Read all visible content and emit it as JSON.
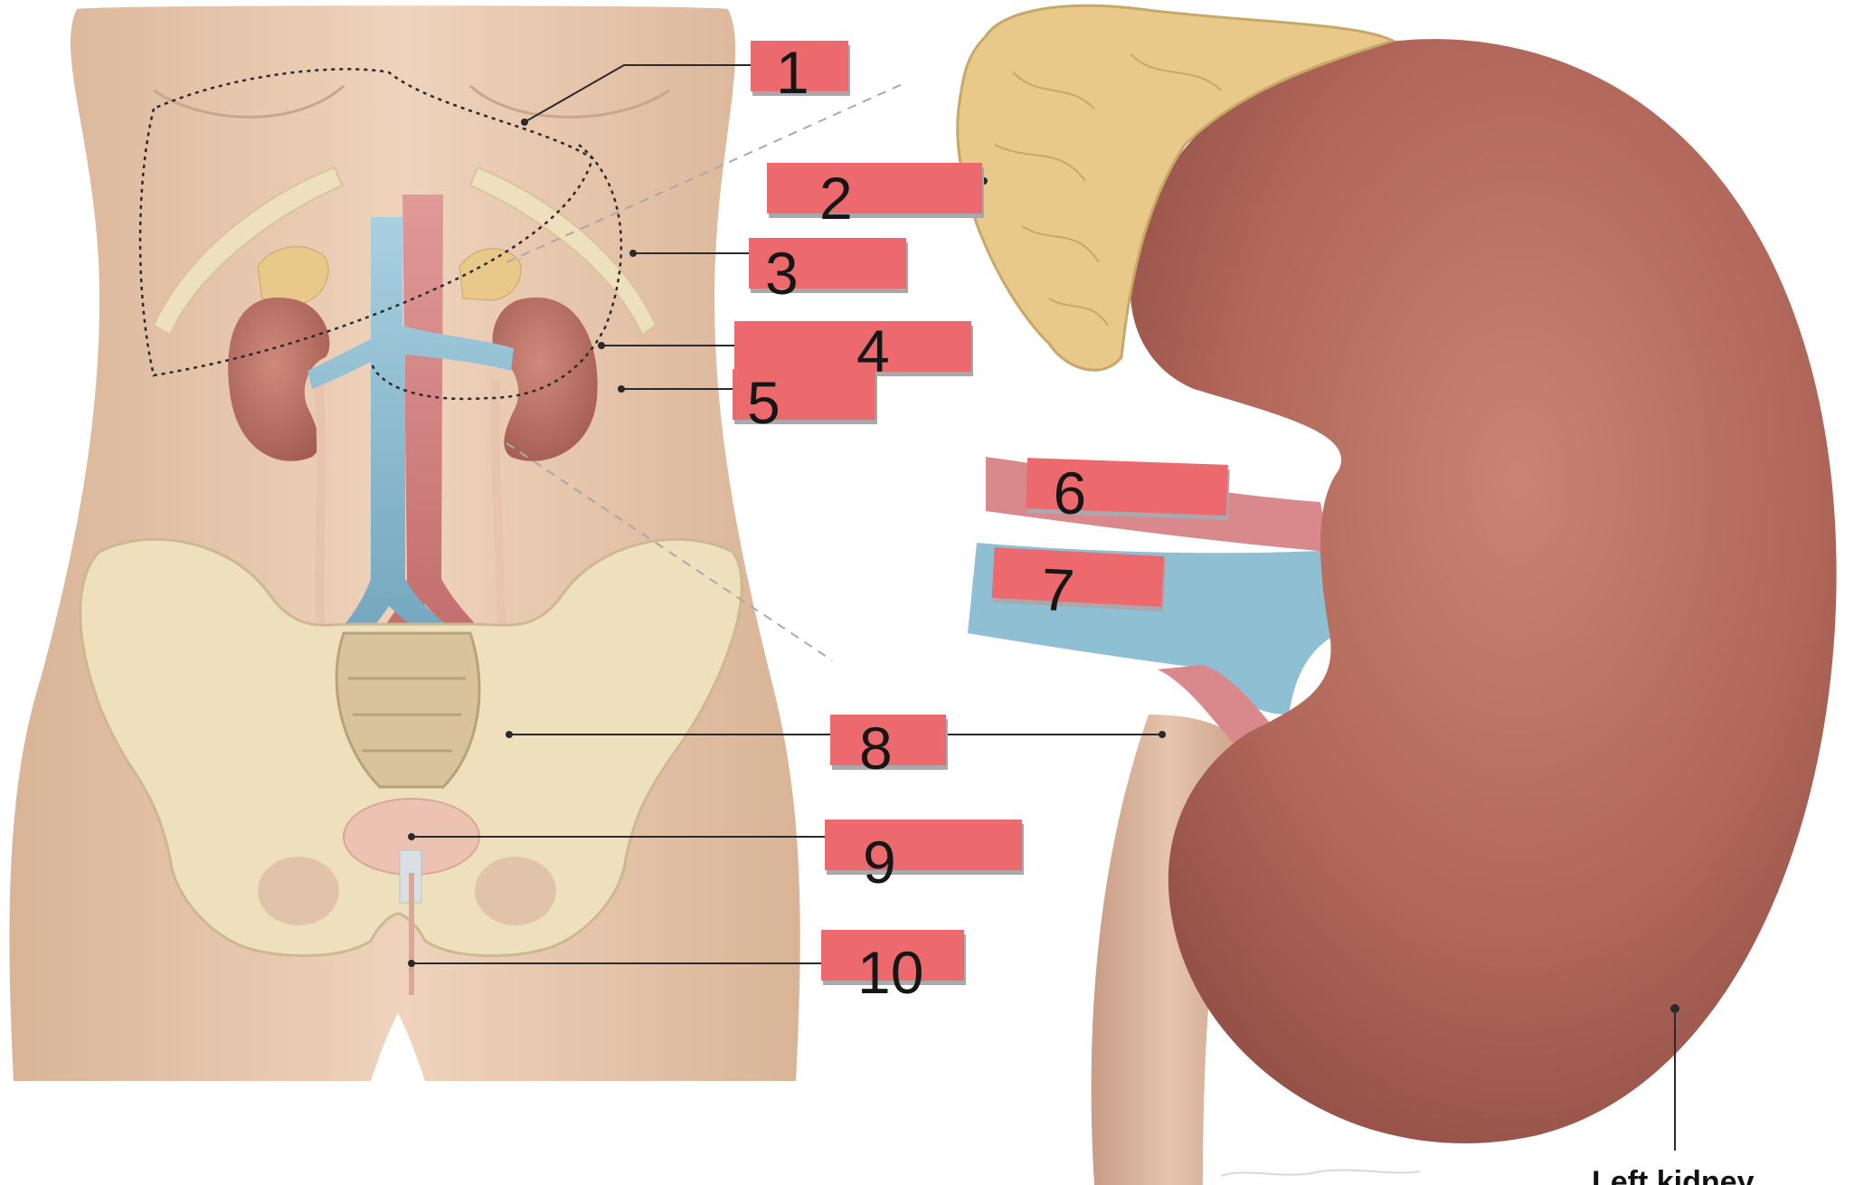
{
  "labels": [
    {
      "id": "1",
      "text": "1"
    },
    {
      "id": "2",
      "text": "2"
    },
    {
      "id": "3",
      "text": "3"
    },
    {
      "id": "4",
      "text": "4"
    },
    {
      "id": "5",
      "text": "5"
    },
    {
      "id": "6",
      "text": "6"
    },
    {
      "id": "7",
      "text": "7"
    },
    {
      "id": "8",
      "text": "8"
    },
    {
      "id": "9",
      "text": "9"
    },
    {
      "id": "10",
      "text": "10"
    }
  ],
  "caption": "Left kidney",
  "colors": {
    "label_fill": "#ec6a6e",
    "skin": "#e6c3a6",
    "kidney": "#b56a5f",
    "vein": "#8fc0d6",
    "artery": "#c96f70",
    "bone": "#efe0bd",
    "adrenal": "#e9c98a"
  }
}
